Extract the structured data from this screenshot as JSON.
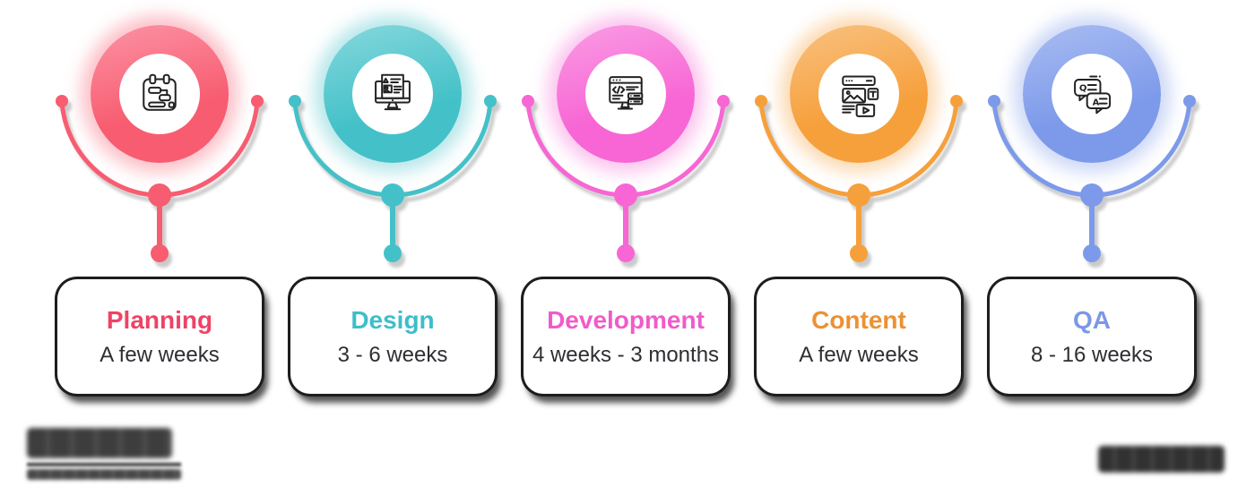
{
  "page": {
    "background": "#ffffff"
  },
  "steps": [
    {
      "title": "Planning",
      "duration": "A few weeks",
      "icon": "planning-calendar-icon",
      "color": "#F85C70",
      "color_light": "#FB93A4",
      "glow": "rgba(248,92,112,0.38)",
      "title_color": "#EE4365"
    },
    {
      "title": "Design",
      "duration": "3 - 6 weeks",
      "icon": "design-monitor-icon",
      "color": "#44C1C8",
      "color_light": "#85D8DD",
      "glow": "rgba(68,193,200,0.38)",
      "title_color": "#3EBDCB"
    },
    {
      "title": "Development",
      "duration": "4 weeks - 3 months",
      "icon": "development-code-icon",
      "color": "#F766D4",
      "color_light": "#FA9CE4",
      "glow": "rgba(247,102,212,0.38)",
      "title_color": "#F05BC9"
    },
    {
      "title": "Content",
      "duration": "A few weeks",
      "icon": "content-media-icon",
      "color": "#F6A03C",
      "color_light": "#F9C180",
      "glow": "rgba(246,160,60,0.38)",
      "title_color": "#EC9134"
    },
    {
      "title": "QA",
      "duration": "8 - 16 weeks",
      "icon": "qa-chat-icon",
      "color": "#7D9AEA",
      "color_light": "#A9BCF2",
      "glow": "rgba(125,154,234,0.38)",
      "title_color": "#7B97E8"
    }
  ],
  "footer": {
    "left_logo": "blurred-wordmark",
    "left_tagline": "blurred-tagline",
    "right_logo": "blurred-wordmark"
  },
  "icon_stroke_color": "#222222",
  "card_text_color": "#2e2e33",
  "connector_shadow_color": "#979797"
}
